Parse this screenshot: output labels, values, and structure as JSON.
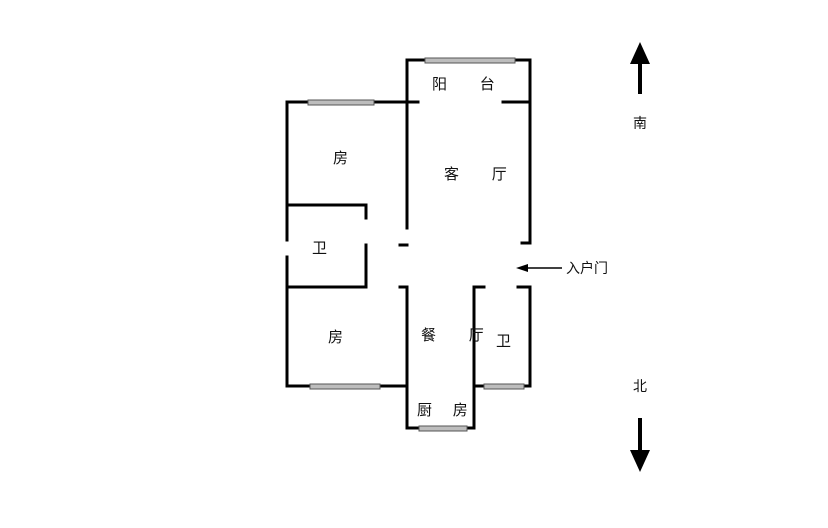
{
  "rooms": {
    "balcony": "阳 台",
    "living_room": "客 厅",
    "bedroom_north": "房",
    "bathroom_west": "卫",
    "bedroom_south": "房",
    "dining_room": "餐 厅",
    "bathroom_east": "卫",
    "kitchen": "厨 房"
  },
  "annotations": {
    "entrance": "入户门"
  },
  "compass": {
    "top": "南",
    "bottom": "北"
  },
  "colors": {
    "wall": "#000000",
    "window_frame": "#555555",
    "window_fill": "#bdbdbd"
  }
}
